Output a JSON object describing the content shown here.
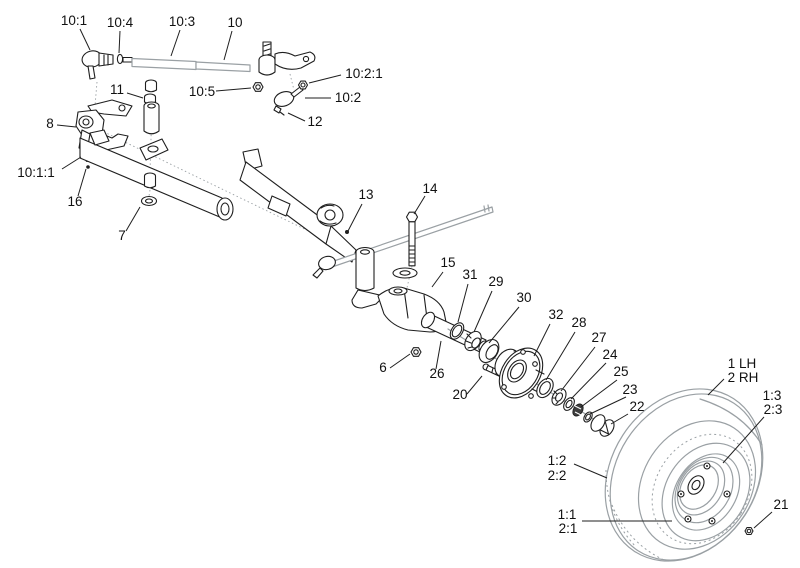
{
  "colors": {
    "background": "#ffffff",
    "ink": "#1f1f1f",
    "soft": "#9aa0a4",
    "label": "#111111"
  },
  "labels": {
    "part_10_1": "10:1",
    "part_10_4": "10:4",
    "part_10_3": "10:3",
    "part_10": "10",
    "part_10_2_1": "10:2:1",
    "part_10_5": "10:5",
    "part_10_2": "10:2",
    "part_12": "12",
    "part_11": "11",
    "part_8": "8",
    "part_10_1_1": "10:1:1",
    "part_16": "16",
    "part_7": "7",
    "part_13": "13",
    "part_14": "14",
    "part_15": "15",
    "part_31": "31",
    "part_29": "29",
    "part_30": "30",
    "part_32": "32",
    "part_28": "28",
    "part_27": "27",
    "part_24": "24",
    "part_25": "25",
    "part_23": "23",
    "part_22": "22",
    "part_6": "6",
    "part_26": "26",
    "part_20": "20",
    "part_21": "21",
    "wheel_lh": "1 LH",
    "wheel_rh": "2 RH",
    "sub_1_3": "1:3",
    "sub_2_3": "2:3",
    "sub_1_2": "1:2",
    "sub_2_2": "2:2",
    "sub_1_1": "1:1",
    "sub_2_1": "2:1"
  }
}
